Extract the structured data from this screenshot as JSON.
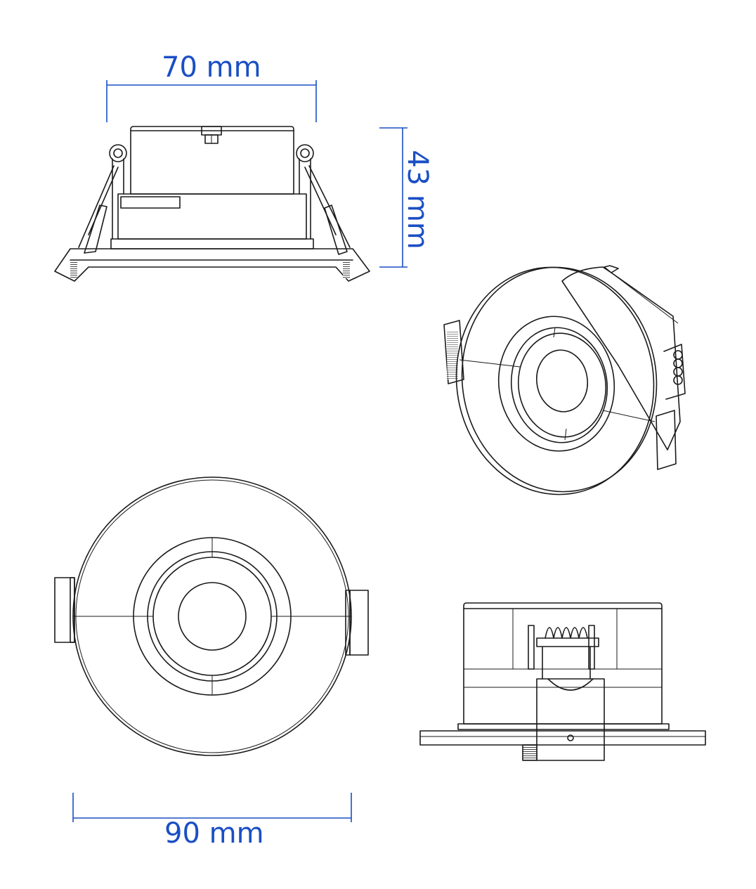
{
  "colors": {
    "dimension": "#1a4fc4",
    "line": "#1a1a1a",
    "background": "#ffffff"
  },
  "dimensions": {
    "top_width": "70 mm",
    "height": "43 mm",
    "bottom_width": "90 mm"
  }
}
